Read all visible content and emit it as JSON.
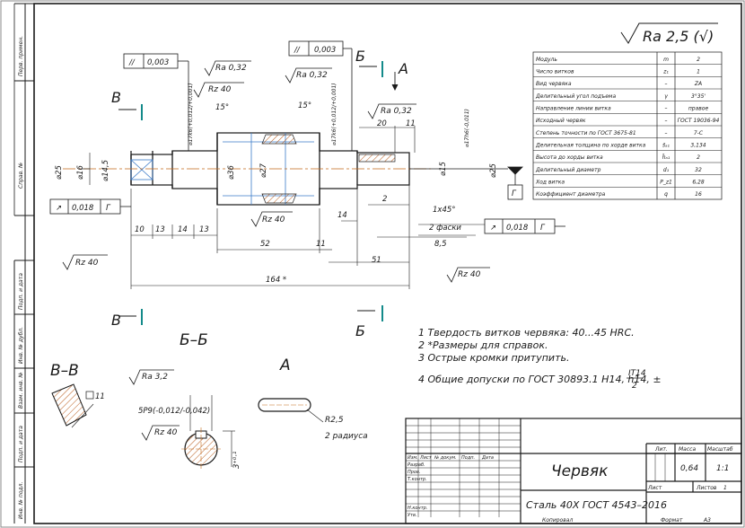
{
  "roughness_overall": "Ra 2,5 (√)",
  "params": [
    {
      "name": "Модуль",
      "sym": "m",
      "val": "2"
    },
    {
      "name": "Число витков",
      "sym": "z₁",
      "val": "1"
    },
    {
      "name": "Вид червяка",
      "sym": "–",
      "val": "ZA"
    },
    {
      "name": "Делительный угол подъема",
      "sym": "γ",
      "val": "3°35'"
    },
    {
      "name": "Направление линии витка",
      "sym": "–",
      "val": "правое"
    },
    {
      "name": "Исходный червяк",
      "sym": "–",
      "val": "ГОСТ 19036-94"
    },
    {
      "name": "Степень точности по ГОСТ 3675-81",
      "sym": "–",
      "val": "7-C"
    },
    {
      "name": "Делительная толщина по хорде витка",
      "sym": "s̄ₐ₁",
      "val": "3,134"
    },
    {
      "name": "Высота до хорды витка",
      "sym": "h̄ₐ₁",
      "val": "2"
    },
    {
      "name": "Делительный диаметр",
      "sym": "d₁",
      "val": "32"
    },
    {
      "name": "Ход витка",
      "sym": "P_z1",
      "val": "6,28"
    },
    {
      "name": "Коэффициент диаметра",
      "sym": "q",
      "val": "16"
    }
  ],
  "notes": [
    "1  Твердость витков червяка: 40...45 HRC.",
    "2  *Размеры для справок.",
    "3  Острые кромки притупить.",
    "4  Общие допуски по ГОСТ 30893.1 H14, h14, ±",
    "IT14",
    "2"
  ],
  "views": {
    "section_bb": "Б–Б",
    "section_vv": "В–В",
    "view_a": "А",
    "cut_b": "Б",
    "cut_v": "В",
    "arrow_a": "А"
  },
  "dims": {
    "d25_left": "⌀25",
    "d16": "⌀16",
    "d14_5": "⌀14,5",
    "d36": "⌀36",
    "d27": "⌀27",
    "d17k6_left": "⌀17k6(+0,012/+0,001)",
    "d17k6_right": "⌀17k6(+0,012/+0,001)",
    "d17h6": "⌀17h6(-0,011)",
    "d15": "⌀15",
    "d25_right": "⌀25",
    "len10": "10",
    "len13a": "13",
    "len14a": "14",
    "len13b": "13",
    "len52": "52",
    "len11a": "11",
    "len14b": "14",
    "len51": "51",
    "len8_5": "8,5",
    "len164": "164 *",
    "len20": "20",
    "len11b": "11",
    "len2": "2",
    "chamfer": "1x45°",
    "chamfer_count": "2 фаски",
    "angle15a": "15°",
    "angle15b": "15°",
    "key": "5P9(-0,012/-0,042)",
    "depth": "3⁺⁰·¹",
    "radius": "R2,5",
    "radius_count": "2 радиуса",
    "square": "11"
  },
  "roughness": {
    "ra032_a": "Ra 0,32",
    "rz40_a": "Rz 40",
    "ra032_b": "Ra 0,32",
    "ra032_c": "Ra 0,32",
    "rz40_b": "Rz 40",
    "rz40_c": "Rz 40",
    "rz40_d": "Rz 40",
    "ra32": "Ra 3,2",
    "rz40_e": "Rz 40"
  },
  "tolerances": {
    "runout1": "0,003",
    "runout2": "0,003",
    "runout3": "0,018",
    "runout3_base": "Г",
    "runout4": "0,018",
    "runout4_base": "Г",
    "datum": "Г"
  },
  "side_labels": [
    "Перв. примен.",
    "Справ. №",
    "Подп. и дата",
    "Инв. № дубл.",
    "Взам. инв. №",
    "Подп. и дата",
    "Инв. № подл."
  ],
  "title_block": {
    "name": "Червяк",
    "material": "Сталь 40Х ГОСТ 4543–2016",
    "lit_label": "Лит.",
    "mass_label": "Масса",
    "scale_label": "Масштаб",
    "mass": "0,64",
    "scale": "1:1",
    "sheet_label": "Лист",
    "sheets_label": "Листов",
    "sheets": "1",
    "rows": [
      "Разраб.",
      "Пров.",
      "Т.контр.",
      "",
      "Н.контр.",
      "Утв."
    ],
    "header": [
      "Изм.",
      "Лист",
      "№ докум.",
      "Подп.",
      "Дата"
    ],
    "copied": "Копировал",
    "format": "Формат",
    "format_val": "А3"
  }
}
